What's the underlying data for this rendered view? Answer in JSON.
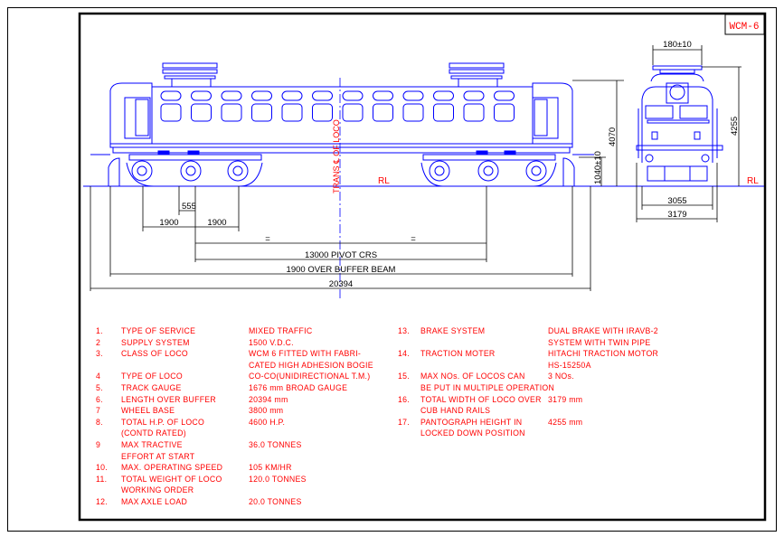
{
  "title_block": {
    "code": "WCM-6"
  },
  "dimensions": {
    "axle_spacing_a": "1900",
    "axle_spacing_b": "1900",
    "offset": "555",
    "equal_left": "=",
    "equal_right": "=",
    "pivot_centres": "13000 PIVOT CRS",
    "over_buffer_beam": "1900 OVER BUFFER BEAM",
    "overall_length": "20394",
    "body_height": "4070",
    "buffer_height": "1040±10",
    "pantograph_width": "180±10",
    "pantograph_height": "4255",
    "body_width": "3055",
    "total_width": "3179"
  },
  "annotations": {
    "centre_line": "TRANS ℄ OF LOCO",
    "rail_level_side": "RL",
    "rail_level_front": "RL"
  },
  "specs_left": [
    {
      "num": "1.",
      "label": [
        "TYPE OF SERVICE"
      ],
      "value": [
        "MIXED TRAFFIC"
      ]
    },
    {
      "num": "2",
      "label": [
        "SUPPLY SYSTEM"
      ],
      "value": [
        "1500 V.D.C."
      ]
    },
    {
      "num": "3.",
      "label": [
        "CLASS OF LOCO"
      ],
      "value": [
        "WCM 6 FITTED WITH FABRI-",
        "CATED HIGH ADHESION BOGIE"
      ]
    },
    {
      "num": "4",
      "label": [
        "TYPE OF LOCO"
      ],
      "value": [
        "CO-CO(UNIDIRECTIONAL T.M.)"
      ]
    },
    {
      "num": "5.",
      "label": [
        "TRACK GAUGE"
      ],
      "value": [
        "1676 mm BROAD GAUGE"
      ]
    },
    {
      "num": "6.",
      "label": [
        "LENGTH OVER BUFFER"
      ],
      "value": [
        "20394 mm"
      ]
    },
    {
      "num": "7",
      "label": [
        "WHEEL BASE"
      ],
      "value": [
        "3800 mm"
      ]
    },
    {
      "num": "8.",
      "label": [
        "TOTAL H.P. OF LOCO",
        "(CONTD RATED)"
      ],
      "value": [
        "4600 H.P."
      ]
    },
    {
      "num": "9",
      "label": [
        "MAX TRACTIVE",
        "EFFORT AT START"
      ],
      "value": [
        "36.0 TONNES"
      ]
    },
    {
      "num": "10.",
      "label": [
        "MAX. OPERATING SPEED"
      ],
      "value": [
        "105 KM/HR"
      ]
    },
    {
      "num": "11.",
      "label": [
        "TOTAL WEIGHT OF LOCO",
        "WORKING ORDER"
      ],
      "value": [
        "120.0 TONNES"
      ]
    },
    {
      "num": "12.",
      "label": [
        "MAX AXLE LOAD"
      ],
      "value": [
        "20.0 TONNES"
      ]
    }
  ],
  "specs_right": [
    {
      "num": "13.",
      "label": [
        "BRAKE SYSTEM"
      ],
      "value": [
        "DUAL BRAKE WITH IRAVB-2",
        "SYSTEM WITH TWIN PIPE"
      ]
    },
    {
      "num": "14.",
      "label": [
        "TRACTION MOTER"
      ],
      "value": [
        "HITACHI TRACTION MOTOR",
        "HS-15250A"
      ]
    },
    {
      "num": "15.",
      "label": [
        "MAX NOs. OF LOCOS CAN",
        "BE PUT IN MULTIPLE OPERATION"
      ],
      "value": [
        "3 NOs."
      ]
    },
    {
      "num": "16.",
      "label": [
        "TOTAL WIDTH OF LOCO OVER",
        "CUB HAND RAILS"
      ],
      "value": [
        "3179 mm"
      ]
    },
    {
      "num": "17.",
      "label": [
        "PANTOGRAPH HEIGHT IN",
        "LOCKED DOWN POSITION"
      ],
      "value": [
        "4255 mm"
      ]
    }
  ],
  "colors": {
    "drawing": "#0000ff",
    "text": "#ff0000",
    "dimension": "#000000"
  }
}
